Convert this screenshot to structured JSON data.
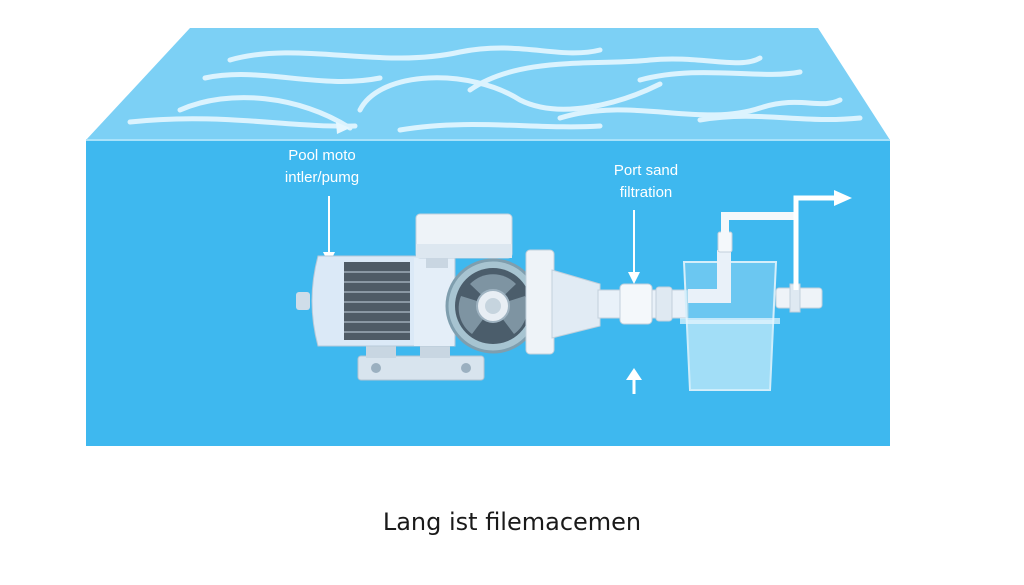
{
  "labels": {
    "motor_line1": "Pool moto",
    "motor_line2": "intler/pumg",
    "filter_line1": "Port sand",
    "filter_line2": "filtration"
  },
  "caption": "Lang ist filemacemen",
  "colors": {
    "water_front": "#3eb8ef",
    "water_top": "#7cd0f5",
    "wave": "#e6f7ff",
    "motor_body": "#dbe9f7",
    "pipe": "#e9f1f9",
    "impeller": "#4b5d6b"
  }
}
